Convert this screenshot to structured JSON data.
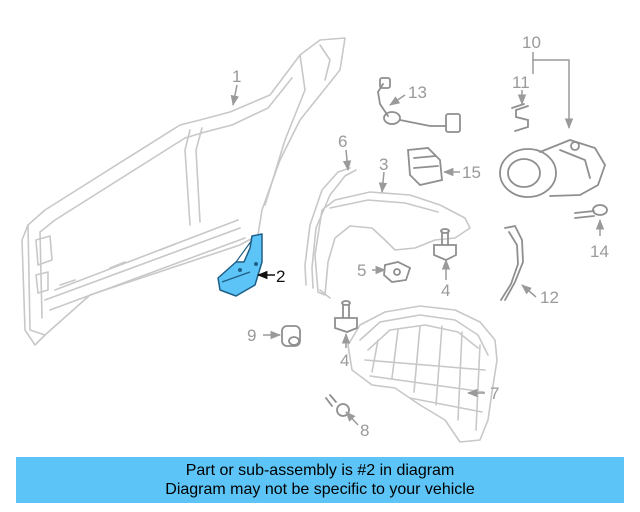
{
  "callouts": {
    "c1": "1",
    "c2": "2",
    "c3": "3",
    "c4a": "4",
    "c4b": "4",
    "c5": "5",
    "c6": "6",
    "c7": "7",
    "c8": "8",
    "c9": "9",
    "c10": "10",
    "c11": "11",
    "c12": "12",
    "c13": "13",
    "c14": "14",
    "c15": "15"
  },
  "banner": {
    "line1": "Part or sub-assembly is #2 in diagram",
    "line2": "Diagram may not be specific to your vehicle"
  },
  "colors": {
    "highlight_part": "#5cc4f6",
    "banner_bg": "#5cc4f6",
    "part_outline": "#c8c8c8",
    "callout_text": "#9a9a9a"
  }
}
